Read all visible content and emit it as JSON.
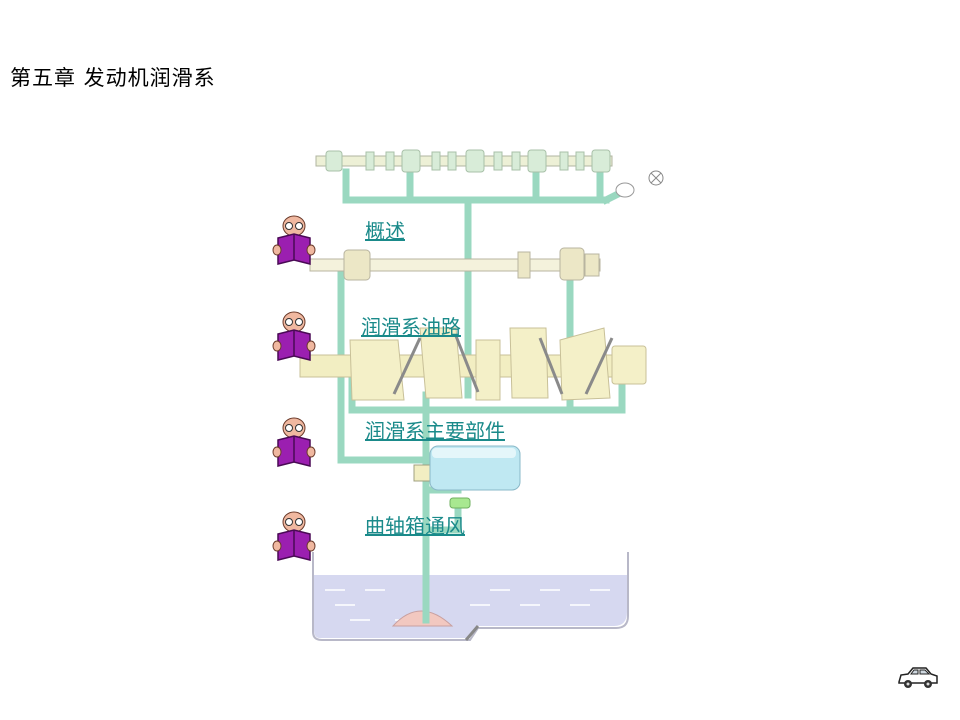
{
  "slide": {
    "title": "第五章  发动机润滑系"
  },
  "menu": {
    "items": [
      {
        "label": "概述",
        "icon": "reading-person-icon"
      },
      {
        "label": "润滑系油路",
        "icon": "reading-person-icon"
      },
      {
        "label": "润滑系主要部件",
        "icon": "reading-person-icon"
      },
      {
        "label": "曲轴箱通风",
        "icon": "reading-person-icon"
      }
    ]
  },
  "nav": {
    "icon": "car-icon"
  },
  "colors": {
    "link": "#1a8a8a",
    "oil_pipe": "#9ad8c0",
    "crankshaft": "#f2eec2",
    "sump_oil": "#cdd0ee",
    "book": "#9b1fb0"
  }
}
